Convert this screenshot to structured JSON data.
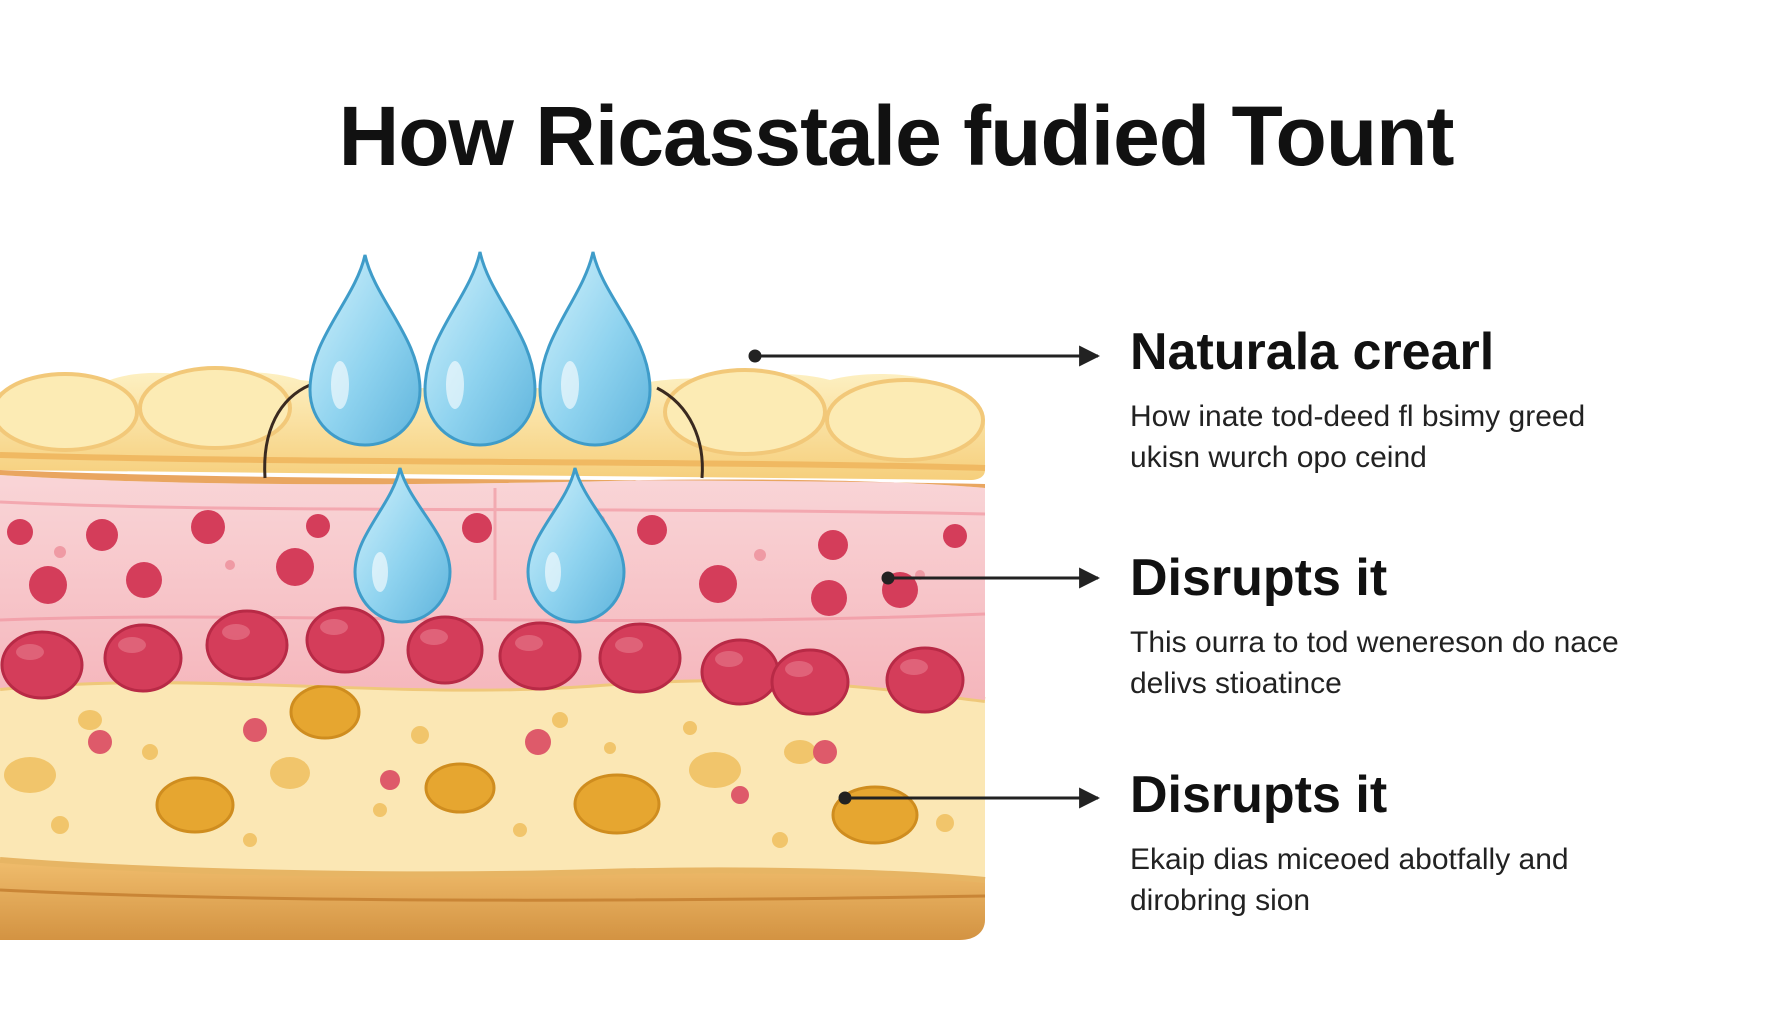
{
  "title": "How Ricasstale fudied Tount",
  "callouts": [
    {
      "heading": "Naturala crearl",
      "body_line1": "How inate tod-deed fl bsimy greed",
      "body_line2": "ukisn wurch opo ceind"
    },
    {
      "heading": "Disrupts it",
      "body_line1": "This ourra to tod wenereson do nace",
      "body_line2": "delivs stioatince"
    },
    {
      "heading": "Disrupts it",
      "body_line1": "Ekaip dias miceoed abotfally and",
      "body_line2": "dirobring sion"
    }
  ],
  "colors": {
    "droplet": "#8fd3ef",
    "top_layer": "#f9dc98",
    "pink_layer": "#f7c2c6",
    "red_cells": "#d43d5a",
    "fat_layer": "#fbe7b4",
    "base_layer": "#e3a657",
    "text": "#111111"
  },
  "icons": [
    "water-droplet-icon",
    "arrow-right-icon"
  ]
}
